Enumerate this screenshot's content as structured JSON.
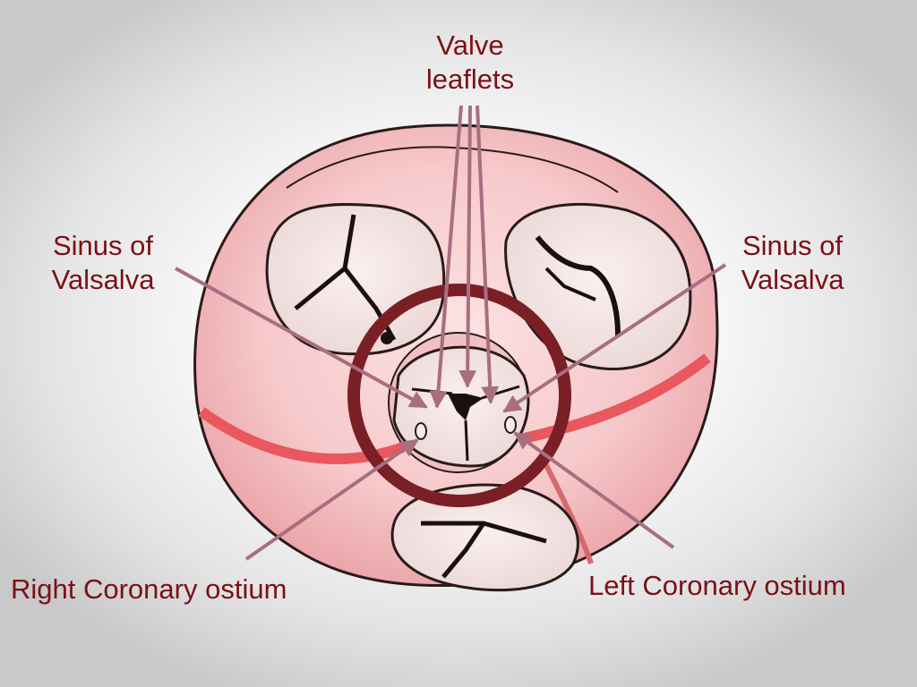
{
  "labels": {
    "valve_leaflets": {
      "line1": "Valve",
      "line2": "leaflets"
    },
    "sinus_left": {
      "line1": "Sinus of",
      "line2": "Valsalva"
    },
    "sinus_right": {
      "line1": "Sinus of",
      "line2": "Valsalva"
    },
    "right_coronary": "Right Coronary ostium",
    "left_coronary": "Left Coronary ostium"
  },
  "colors": {
    "label_text": "#7a1016",
    "highlight_ring": "#7a1f26",
    "pointer_line": "#a86e80",
    "tissue_pink": "#f5c4c6",
    "tissue_outline": "#2a1a1a",
    "groove_red": "#e8585e"
  }
}
